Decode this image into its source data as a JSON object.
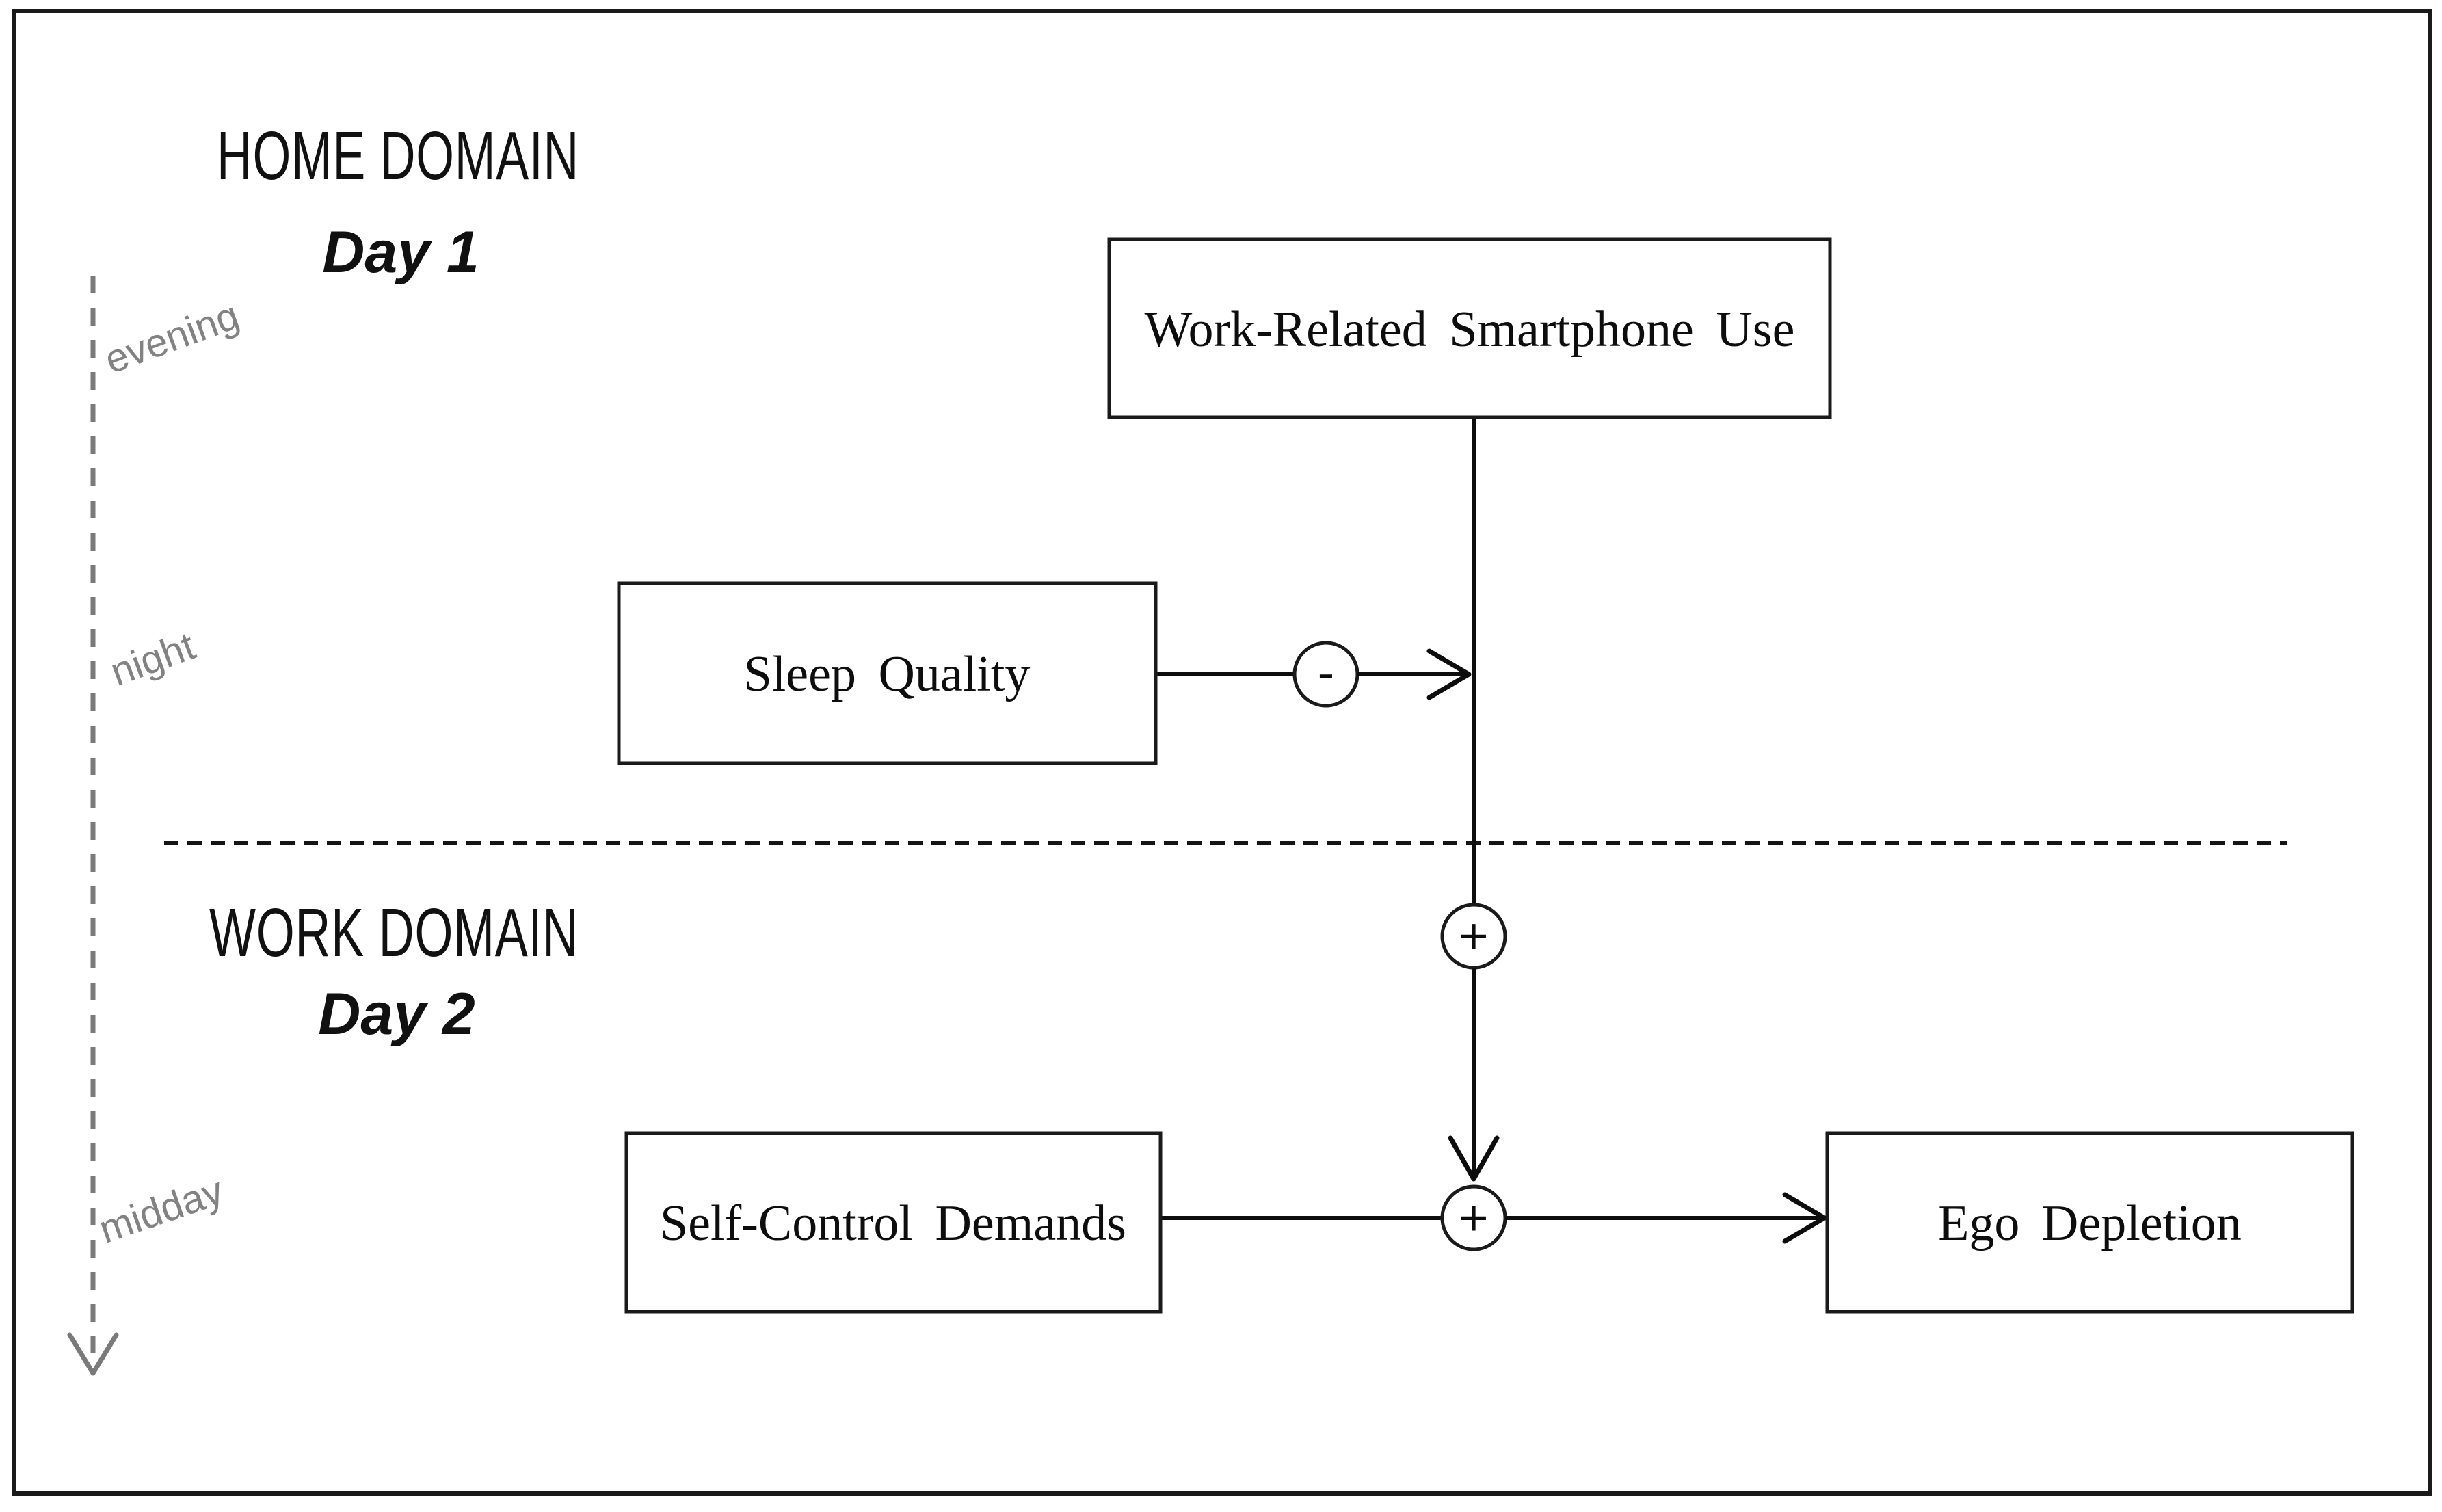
{
  "figure": {
    "domains": {
      "home": {
        "title": "HOME DOMAIN",
        "day": "Day 1"
      },
      "work": {
        "title": "WORK DOMAIN",
        "day": "Day 2"
      }
    },
    "nodes": {
      "smartphone": {
        "label": "Work-Related Smartphone Use"
      },
      "sleep": {
        "label": "Sleep Quality"
      },
      "demands": {
        "label": "Self-Control Demands"
      },
      "depletion": {
        "label": "Ego Depletion"
      }
    },
    "signs": {
      "sleep_to_use": "-",
      "use_to_depletion": "+",
      "demands_to_depletion": "+"
    },
    "timeline": {
      "labels": [
        "evening",
        "night",
        "midday"
      ]
    },
    "colors": {
      "line": "#0d0d0d",
      "timeline_gray": "#7a7a7a",
      "box_fill": "#ffffff"
    }
  }
}
